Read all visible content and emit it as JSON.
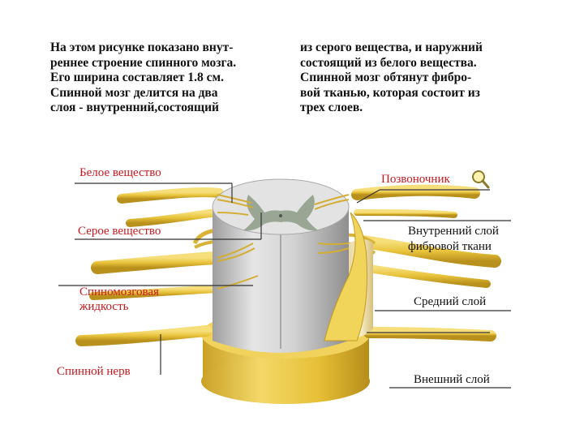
{
  "description_text": {
    "left_lines": [
      "На этом рисунке показано внут-",
      "реннее строение спинного мозга.",
      "Его ширина составляет 1.8 см.",
      "Спинной мозг делится на два",
      "слоя - внутренний,состоящий"
    ],
    "right_lines": [
      "из серого вещества, и наружний",
      "состоящий из белого вещества.",
      "Спинной мозг обтянут фибро-",
      "вой тканью, которая состоит из",
      "трех слоев."
    ]
  },
  "labels": {
    "white_matter": "Белое вещество",
    "gray_matter": "Серое вещество",
    "csf_line1": "Спиномозговая",
    "csf_line2": "жидкость",
    "spinal_nerve": "Спинной нерв",
    "vertebra": "Позвоночник",
    "inner_layer_line1": "Внутренний слой",
    "inner_layer_line2": "фибровой ткани",
    "middle_layer": "Средний слой",
    "outer_layer": "Внешний слой"
  },
  "colors": {
    "label_red": "#c8191e",
    "nerve_yellow": "#e8c23a",
    "cord_gray": "#c9c9c9",
    "gray_matter_green": "#8c9b86"
  },
  "icons": [
    "magnifier-icon"
  ]
}
